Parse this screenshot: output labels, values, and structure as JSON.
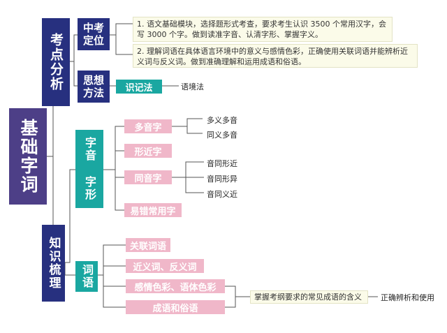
{
  "root": {
    "label": "基础字词"
  },
  "branch_kaodian": {
    "label": "考点分析"
  },
  "node_zhongkao": {
    "label": "中考定位"
  },
  "node_sixiang": {
    "label": "思想方法"
  },
  "note_1": {
    "text": "1. 语文基础模块，选择题形式考查，要求考生认识 3500 个常用汉字，会写 3000 个字。做到读准字音、认清字形、掌握字义。"
  },
  "note_2": {
    "text": "2. 理解词语在具体语言环境中的意义与感情色彩，正确使用关联词语并能辨析近义词与反义词。做到准确理解和运用成语和俗语。"
  },
  "node_shijifa": {
    "label": "识记法"
  },
  "leaf_yujingfa": {
    "label": "语境法"
  },
  "branch_zhishi": {
    "label": "知识梳理"
  },
  "node_ziyin": {
    "label": "字音",
    "label2": "字形"
  },
  "node_duoyinzi": {
    "label": "多音字"
  },
  "leaf_duoyi": {
    "label": "多义多音"
  },
  "leaf_tongyi": {
    "label": "同义多音"
  },
  "node_xingjinzi": {
    "label": "形近字"
  },
  "node_tongyinzi": {
    "label": "同音字"
  },
  "leaf_yin_xingjin": {
    "label": "音同形近"
  },
  "leaf_yin_xingyi": {
    "label": "音同形异"
  },
  "leaf_yin_yijin": {
    "label": "音同义近"
  },
  "node_yicuo": {
    "label": "易错常用字"
  },
  "node_ciyu": {
    "label": "词语"
  },
  "node_guanlian": {
    "label": "关联词语"
  },
  "node_jinyi": {
    "label": "近义词、反义词"
  },
  "node_ganqing": {
    "label": "感情色彩、语体色彩"
  },
  "node_chengyu": {
    "label": "成语和俗语"
  },
  "note_chengyu": {
    "text": "掌握考纲要求的常见成语的含义"
  },
  "leaf_bianxi": {
    "label": "正确辨析和使用"
  }
}
